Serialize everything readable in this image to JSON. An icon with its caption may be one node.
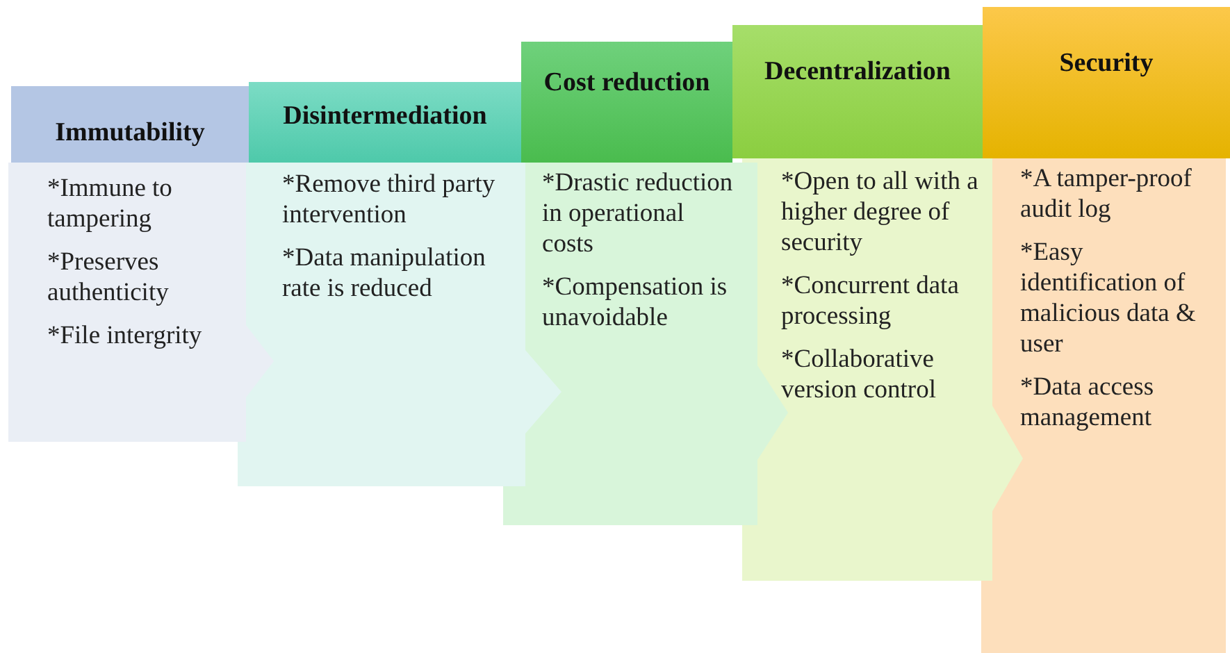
{
  "diagram": {
    "nodes": [
      {
        "text": [
          "Immutability"
        ]
      },
      {
        "text": [
          "*Immune to tampering",
          "*Preserves authenticity",
          "*File intergrity"
        ]
      },
      {
        "text": [
          "Disintermediation"
        ]
      },
      {
        "text": [
          "*Remove third party intervention",
          "*Data manipulation rate is reduced"
        ]
      },
      {
        "text": [
          "Cost reduction"
        ]
      },
      {
        "text": [
          "*Drastic reduction in operational costs",
          "*Compensation is unavoidable"
        ]
      },
      {
        "text": [
          "Decentralization"
        ]
      },
      {
        "text": [
          "*Open to all with a higher degree of security",
          "*Concurrent data processing",
          "*Collaborative version control"
        ]
      },
      {
        "text": [
          "Security"
        ]
      },
      {
        "text": [
          "*A tamper-proof audit log",
          "*Easy identification of malicious data & user",
          "*Data access management"
        ]
      }
    ]
  }
}
